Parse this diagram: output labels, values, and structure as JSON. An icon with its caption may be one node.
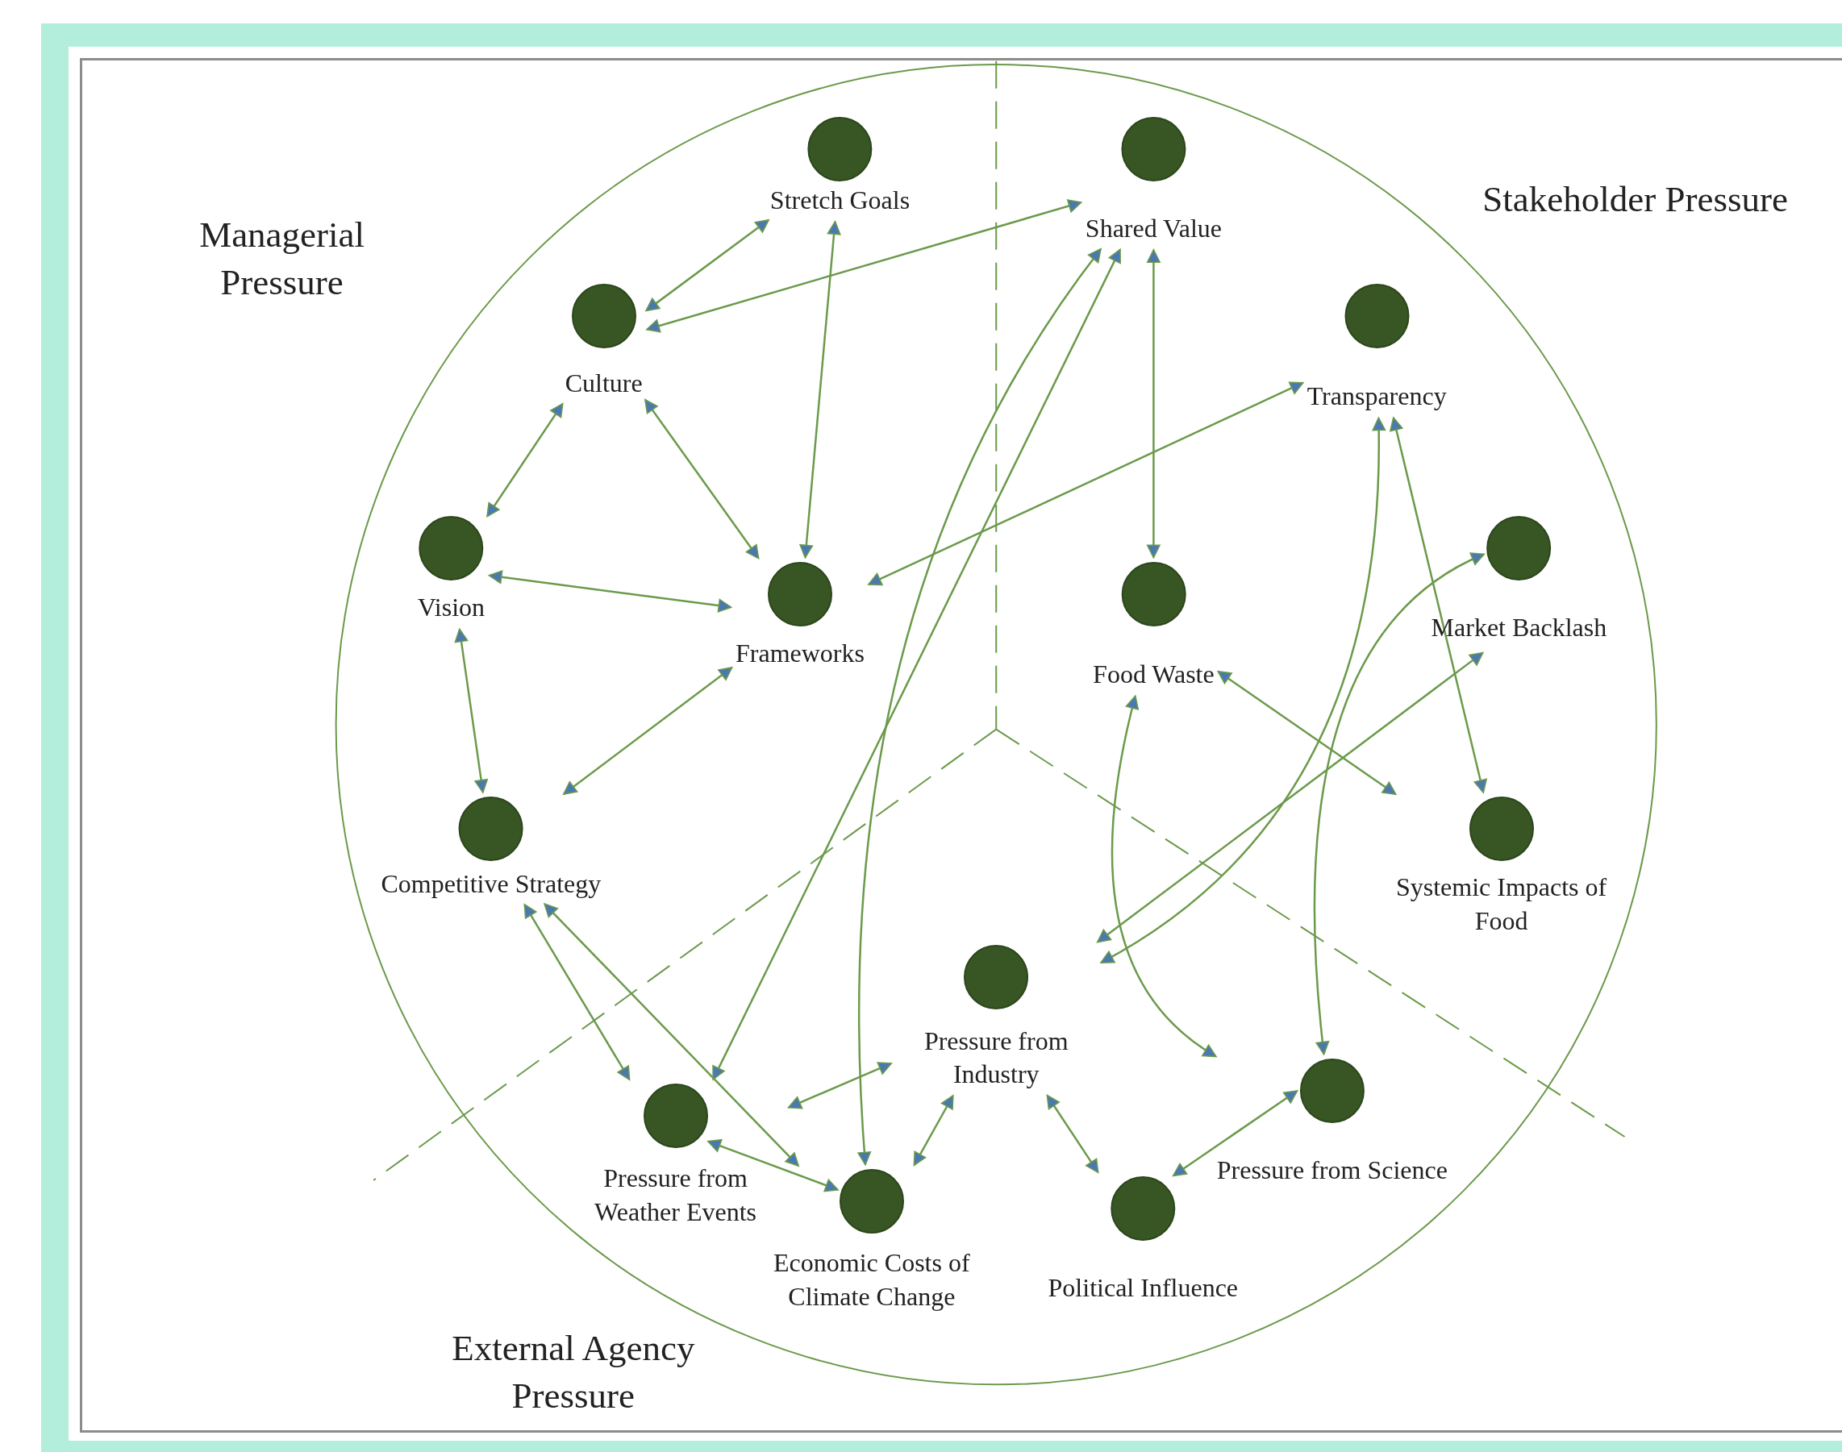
{
  "diagram": {
    "nodes": [
      {
        "text": [
          "Stretch Goals"
        ]
      },
      {
        "text": [
          "Shared Value"
        ]
      },
      {
        "text": [
          "Culture"
        ]
      },
      {
        "text": [
          "Transparency"
        ]
      },
      {
        "text": [
          "Vision"
        ]
      },
      {
        "text": [
          "Frameworks"
        ]
      },
      {
        "text": [
          "Food Waste"
        ]
      },
      {
        "text": [
          "Market Backlash"
        ]
      },
      {
        "text": [
          "Competitive Strategy"
        ]
      },
      {
        "text": [
          "Systemic Impacts of Food"
        ]
      },
      {
        "text": [
          "Pressure from Industry"
        ]
      },
      {
        "text": [
          "Pressure from Science"
        ]
      },
      {
        "text": [
          "Pressure from Weather Events"
        ]
      },
      {
        "text": [
          "Economic Costs of Climate Change"
        ]
      },
      {
        "text": [
          "Political Influence"
        ]
      }
    ],
    "edges": [
      {
        "from": 0,
        "to": 2,
        "arrow": "both"
      },
      {
        "from": 2,
        "to": 1,
        "arrow": "both"
      },
      {
        "from": 0,
        "to": 5,
        "arrow": "both"
      },
      {
        "from": 2,
        "to": 4,
        "arrow": "both"
      },
      {
        "from": 2,
        "to": 5,
        "arrow": "both"
      },
      {
        "from": 4,
        "to": 5,
        "arrow": "both"
      },
      {
        "from": 3,
        "to": 5,
        "arrow": "both"
      },
      {
        "from": 4,
        "to": 8,
        "arrow": "both"
      },
      {
        "from": 5,
        "to": 8,
        "arrow": "both"
      },
      {
        "from": 1,
        "to": 12,
        "arrow": "both"
      },
      {
        "from": 1,
        "to": 13,
        "arrow": "both"
      },
      {
        "from": 1,
        "to": 6,
        "arrow": "both"
      },
      {
        "from": 3,
        "to": 10,
        "arrow": "both"
      },
      {
        "from": 3,
        "to": 9,
        "arrow": "both"
      },
      {
        "from": 7,
        "to": 10,
        "arrow": "both"
      },
      {
        "from": 7,
        "to": 11,
        "arrow": "both"
      },
      {
        "from": 6,
        "to": 9,
        "arrow": "both"
      },
      {
        "from": 6,
        "to": 11,
        "arrow": "both"
      },
      {
        "from": 8,
        "to": 12,
        "arrow": "both"
      },
      {
        "from": 8,
        "to": 13,
        "arrow": "both"
      },
      {
        "from": 10,
        "to": 12,
        "arrow": "both"
      },
      {
        "from": 12,
        "to": 13,
        "arrow": "both"
      },
      {
        "from": 13,
        "to": 10,
        "arrow": "both"
      },
      {
        "from": 10,
        "to": 14,
        "arrow": "both"
      },
      {
        "from": 14,
        "to": 11,
        "arrow": "both"
      }
    ],
    "labels": [
      "Managerial Pressure",
      "Stakeholder Pressure",
      "External Agency Pressure"
    ]
  }
}
